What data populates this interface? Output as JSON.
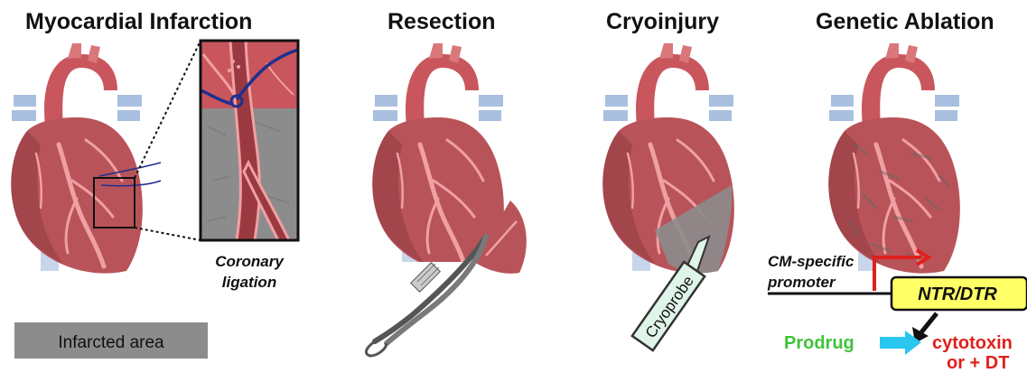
{
  "panels": [
    {
      "title": "Myocardial Infarction"
    },
    {
      "title": "Resection"
    },
    {
      "title": "Cryoinjury"
    },
    {
      "title": "Genetic Ablation"
    }
  ],
  "labels": {
    "coronary_line1": "Coronary",
    "coronary_line2": "ligation",
    "infarcted_area": "Infarcted area",
    "cryoprobe": "Cryoprobe",
    "cm_specific_line1": "CM-specific",
    "cm_specific_line2": "promoter",
    "gene": "NTR/DTR",
    "prodrug": "Prodrug",
    "cytotoxin_line1": "cytotoxin",
    "cytotoxin_line2": "or + DT"
  },
  "colors": {
    "heart": "#b85459",
    "heart_dark": "#8f3a42",
    "vessel": "#f0a0a4",
    "aorta_blue": "#a9bfe0",
    "infarct_gray": "#8c8c8c",
    "suture_blue": "#1f2f8f",
    "gene_box": "#ffff66",
    "promoter_arrow": "#e0201c",
    "prodrug_green": "#3fc33b",
    "cytotoxin_red": "#e0201c",
    "cyan_arrow": "#29c7ef",
    "cryoprobe_fill": "#dff5ea"
  }
}
